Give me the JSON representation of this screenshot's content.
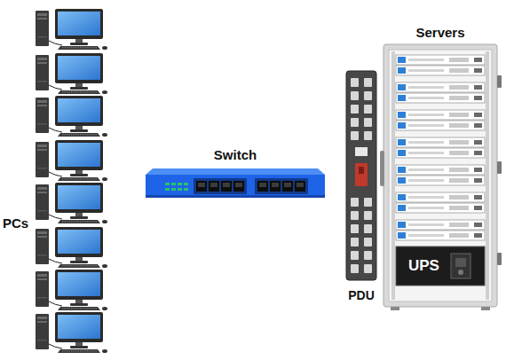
{
  "diagram": {
    "nodes": [
      {
        "text": [
          "Switch"
        ]
      },
      {
        "text": [
          "Servers"
        ]
      },
      {
        "text": [
          "UPS"
        ],
        "in": 1
      },
      {
        "text": [
          "PDU"
        ]
      }
    ],
    "labels": [
      "PCs"
    ]
  }
}
